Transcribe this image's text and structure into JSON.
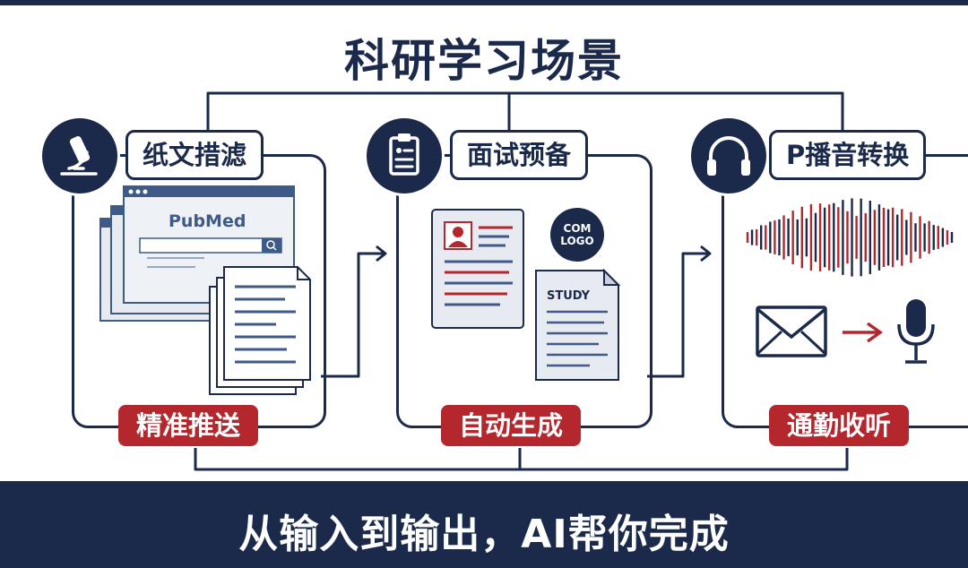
{
  "title": "科研学习场景",
  "panels": [
    {
      "label": "纸文措滤",
      "icon": "microscope-icon",
      "tag": "精准推送",
      "illustration": {
        "logo_text": "PubMed"
      }
    },
    {
      "label": "面试预备",
      "icon": "clipboard-icon",
      "tag": "自动生成",
      "illustration": {
        "badge_line1": "COM",
        "badge_line2": "LOGO",
        "doc_title": "STUDY"
      }
    },
    {
      "label": "P播音转换",
      "icon": "headphones-icon",
      "tag": "通勤收听",
      "illustration": {
        "icons": [
          "sound-wave-icon",
          "envelope-icon",
          "arrow-right-icon",
          "microphone-icon"
        ]
      }
    }
  ],
  "slogan": "从输入到输出，AI帮你完成",
  "colors": {
    "navy": "#1b2a4a",
    "red": "#b3272d",
    "steel": "#3e5a86",
    "panel_bg": "#e7ebf1"
  }
}
